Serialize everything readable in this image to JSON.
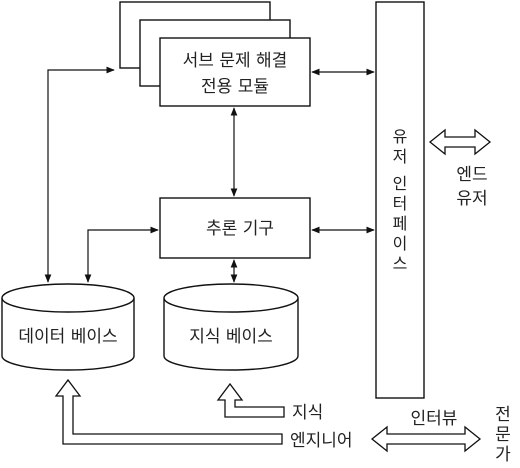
{
  "diagram": {
    "submodule_line1": "서브 문제 해결",
    "submodule_line2": "전용 모듈",
    "inference_engine": "추론 기구",
    "database": "데이터 베이스",
    "knowledge_base": "지식 베이스",
    "user_interface": [
      "유",
      "저",
      "인",
      "터",
      "페",
      "이",
      "스"
    ],
    "end_user_line1": "엔드",
    "end_user_line2": "유저",
    "knowledge": "지식",
    "engineer": "엔지니어",
    "interview": "인터뷰",
    "expert": [
      "전",
      "문",
      "가"
    ]
  }
}
